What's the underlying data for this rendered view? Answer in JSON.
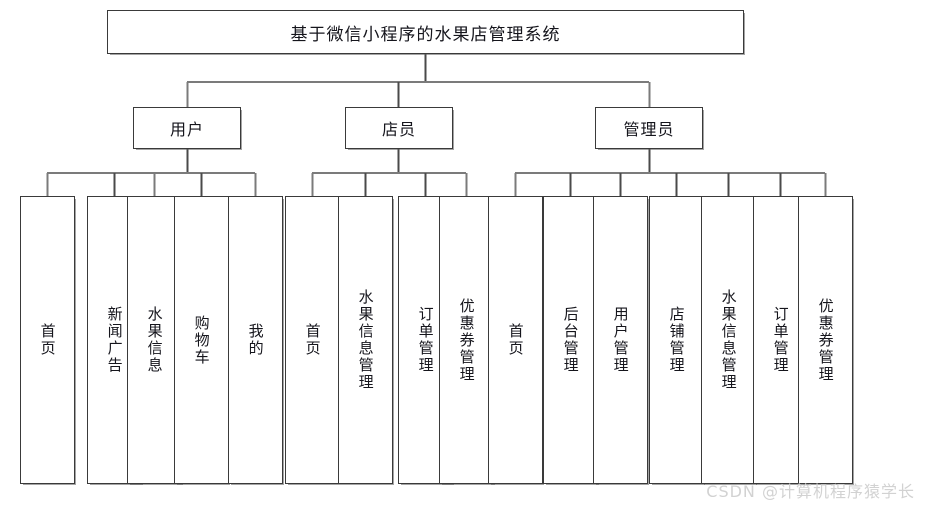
{
  "diagram": {
    "type": "hierarchy-tree",
    "root": {
      "label": "基于微信小程序的水果店管理系统"
    },
    "roles": [
      {
        "label": "用户"
      },
      {
        "label": "店员"
      },
      {
        "label": "管理员"
      }
    ],
    "groups": [
      {
        "role": "用户",
        "leaves": [
          {
            "label": "首页"
          },
          {
            "label": "新闻广告"
          },
          {
            "label": "水果信息"
          },
          {
            "label": "购物车"
          },
          {
            "label": "我的"
          }
        ]
      },
      {
        "role": "店员",
        "leaves": [
          {
            "label": "首页"
          },
          {
            "label": "水果信息管理"
          },
          {
            "label": "订单管理"
          },
          {
            "label": "优惠券管理"
          }
        ]
      },
      {
        "role": "管理员",
        "leaves": [
          {
            "label": "首页"
          },
          {
            "label": "后台管理"
          },
          {
            "label": "用户管理"
          },
          {
            "label": "店铺管理"
          },
          {
            "label": "水果信息管理"
          },
          {
            "label": "订单管理"
          },
          {
            "label": "优惠券管理"
          }
        ]
      }
    ]
  },
  "watermark": {
    "text": "CSDN @计算机程序猿学长"
  },
  "colors": {
    "border": "#3a3a3a",
    "connector": "#4a4a4a",
    "connector_light": "#8a8a8a",
    "text": "#15151c",
    "background": "#ffffff",
    "watermark": "#d2d2d2"
  }
}
